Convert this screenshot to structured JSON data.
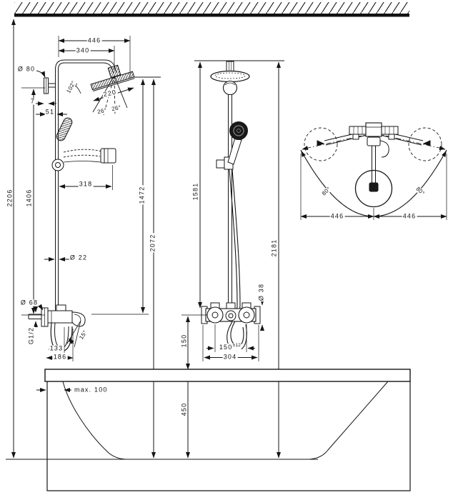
{
  "drawing": {
    "kind": "shower-system installation dimension drawing",
    "line_color": "#151515",
    "background": "#ffffff"
  },
  "labels": {
    "front": {
      "width_total": "446",
      "width_arm": "340",
      "dia_bracket": "Ø 80",
      "offset_7": "7",
      "offset_51": "51",
      "angle_arm": "102°",
      "head_width": "220",
      "tilt_left": "26°",
      "tilt_right": "26°",
      "holder_reach": "318",
      "dia_pipe": "Ø 22",
      "height_total": "2206",
      "height_bracket": "1406",
      "height_head_mixer": "1472",
      "height_head_floor": "2072",
      "dia_escutcheon": "Ø 68",
      "thread": "G1/2",
      "spout_angle": "15°",
      "spout_reach_inner": "133",
      "spout_reach_outer": "186"
    },
    "side": {
      "height_above_mixer": "1581",
      "height_total": "2181",
      "dia_flange": "Ø 38",
      "connection_value": "150",
      "connection_tol": "±12",
      "mixer_width": "304",
      "mixer_to_rim": "150",
      "rim_to_floor": "450"
    },
    "top": {
      "swivel_left": "80°",
      "swivel_right": "80°",
      "reach_left": "446",
      "reach_right": "446"
    },
    "tub": {
      "max_depth": "max. 100"
    }
  }
}
